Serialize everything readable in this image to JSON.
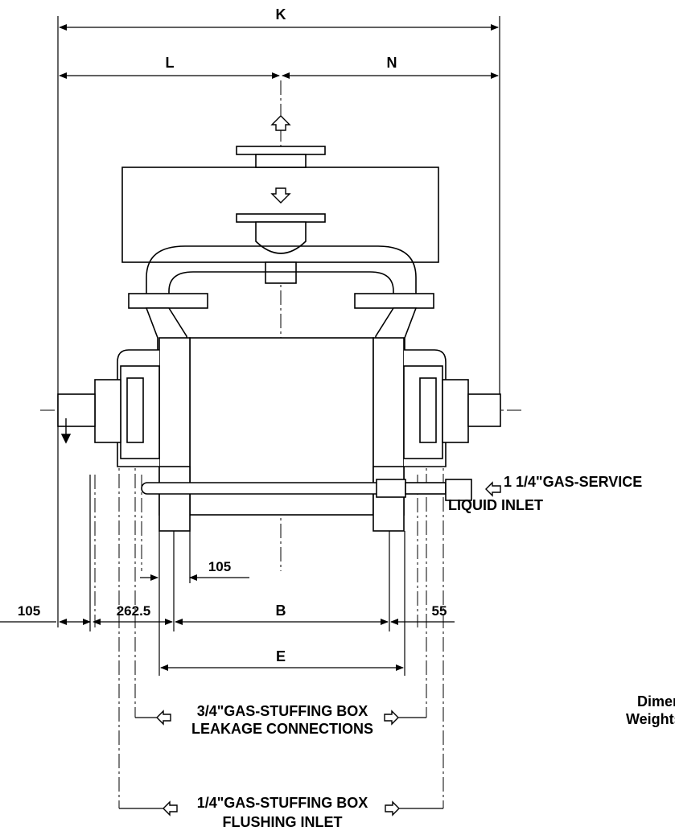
{
  "labels": {
    "K": "K",
    "L": "L",
    "N": "N",
    "B": "B",
    "E": "E",
    "dim_105_left": "105",
    "dim_262_5": "262.5",
    "dim_105_inner": "105",
    "dim_55": "55",
    "gas_service_line1": "1 1/4\"GAS-SERVICE",
    "gas_service_line2": "LIQUID INLET",
    "stuffing_leak_line1": "3/4\"GAS-STUFFING BOX",
    "stuffing_leak_line2": "LEAKAGE CONNECTIONS",
    "flushing_line1": "1/4\"GAS-STUFFING BOX",
    "flushing_line2": "FLUSHING INLET",
    "side_note_line1": "Dimens",
    "side_note_line2": "Weights"
  }
}
